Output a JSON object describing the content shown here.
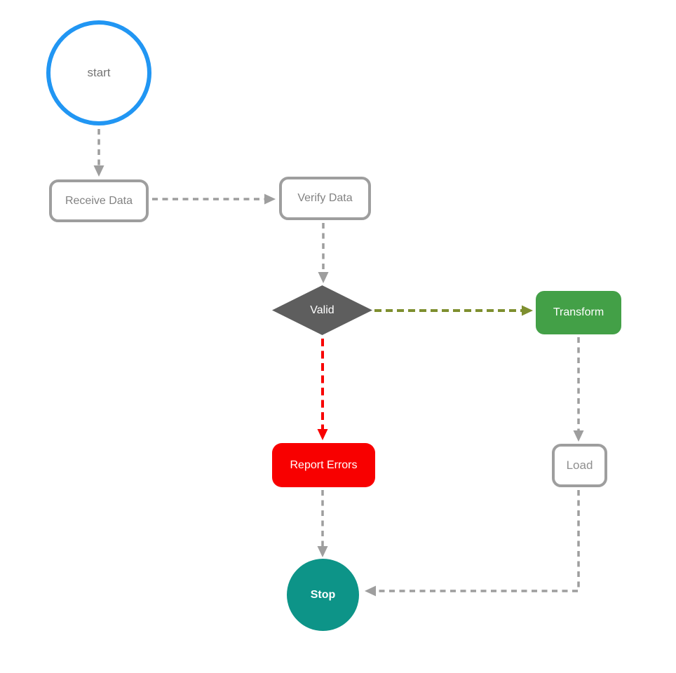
{
  "diagram": {
    "type": "flowchart",
    "background": "#ffffff",
    "nodes": {
      "start": {
        "label": "start",
        "shape": "circle",
        "border_color": "#2196F3",
        "fill": "#ffffff",
        "text_color": "#757575"
      },
      "receive_data": {
        "label": "Receive Data",
        "shape": "rounded-rect",
        "border_color": "#9E9E9E",
        "fill": "#ffffff",
        "text_color": "#828282"
      },
      "verify_data": {
        "label": "Verify Data",
        "shape": "rounded-rect",
        "border_color": "#9E9E9E",
        "fill": "#ffffff",
        "text_color": "#828282"
      },
      "valid": {
        "label": "Valid",
        "shape": "diamond",
        "fill": "#5E5E5E",
        "text_color": "#ffffff"
      },
      "transform": {
        "label": "Transform",
        "shape": "rounded-rect",
        "fill": "#43A047",
        "text_color": "#ffffff"
      },
      "report_errors": {
        "label": "Report Errors",
        "shape": "rounded-rect",
        "fill": "#F80000",
        "text_color": "#ffffff"
      },
      "load": {
        "label": "Load",
        "shape": "rounded-rect",
        "border_color": "#9E9E9E",
        "fill": "#ffffff",
        "text_color": "#8F8F8F"
      },
      "stop": {
        "label": "Stop",
        "shape": "circle",
        "fill": "#0d9488",
        "text_color": "#ffffff"
      }
    },
    "edges": [
      {
        "from": "start",
        "to": "receive_data",
        "style": "dashed",
        "color": "#9E9E9E"
      },
      {
        "from": "receive_data",
        "to": "verify_data",
        "style": "dashed",
        "color": "#9E9E9E"
      },
      {
        "from": "verify_data",
        "to": "valid",
        "style": "dashed",
        "color": "#9E9E9E"
      },
      {
        "from": "valid",
        "to": "transform",
        "style": "dashed",
        "color": "#7E8F2F"
      },
      {
        "from": "valid",
        "to": "report_errors",
        "style": "dashed",
        "color": "#F80000"
      },
      {
        "from": "transform",
        "to": "load",
        "style": "dashed",
        "color": "#9E9E9E"
      },
      {
        "from": "report_errors",
        "to": "stop",
        "style": "dashed",
        "color": "#9E9E9E"
      },
      {
        "from": "load",
        "to": "stop",
        "style": "dashed",
        "color": "#9E9E9E"
      }
    ]
  }
}
